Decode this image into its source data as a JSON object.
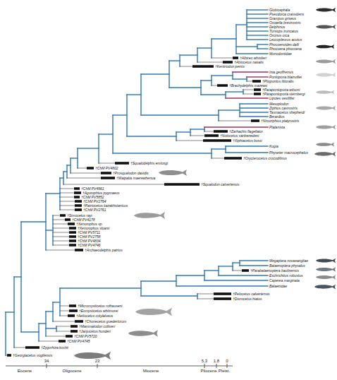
{
  "diagram": {
    "labels": [
      "Globicephala",
      "Pseudorca crassidens",
      "Grampus griseus",
      "Orcaella brevirostris",
      "Delphinus",
      "Tursiops truncatus",
      "Orcinus orca",
      "Leucopleurus acutus",
      "Phocoenoides dalli",
      "Phocoena phocoena",
      "Monodontidae",
      "†Albireo whistleri",
      "†Abiocetus nasalis",
      "†Kentriodon pernix",
      "Inia geoffrensis",
      "Pontoporia blainvillei",
      "†Pliopontos littoralis",
      "†Brachydelphis mazeasi",
      "†Parapontoporia wilsoni",
      "†Parapontoporia sternbergi",
      "Lipotes vexillifer",
      "Mesoplodon",
      "Ziphius cavirostris",
      "Tasmacetus shepherdi",
      "Berardius",
      "†Ninoziphius platyrostris",
      "Platanista",
      "†Zarhachis flagellator",
      "†Notocetus vanbenedeni",
      "†Xiphiacetus bossi",
      "Kogia",
      "Physeter macrocephalus",
      "†Orycterocetus crocodilinus",
      "†Squalodelphis emlongi",
      "†ChM PV4802",
      "†Prosqualodon davidis",
      "†Waipatia maerewhenua",
      "†Squalodon calvertensis",
      "†ChM PV4961",
      "†Agorophius pygmaeus",
      "†ChM PV5852",
      "†ChM PV2764",
      "†Patriocetus kazakhstanicus",
      "†ChM PV2761",
      "†Simocetus rayi",
      "†ChM PV4178",
      "†Xenorophus sp.",
      "†Xenorophus sloanii",
      "†ChM PV5711",
      "†ChM PV2758",
      "†ChM PV4834",
      "†ChM PV4746",
      "†Archaeodelphis patrius",
      "Megaptera novaeangliae",
      "Balaenoptera physalus",
      "†Parabalaenoptera baulinensis",
      "Eschrichtius robustus",
      "Caperea marginata",
      "Balaenidae",
      "†Pelocetus calvertensis",
      "†Diorocetus hiatus",
      "†Micromysticetus rothauseni",
      "†Eomysticetus whitmorei",
      "†Aetiocetus cotylalveus",
      "†Chonecetus goedertorum",
      "†Mammalodon colliveri",
      "†Janjucetus hunderi",
      "†ChM PV5720",
      "†ChM PV4745",
      "†Zygorhiza kochii",
      "†Georgiacetus vogtlensis",
      "34",
      "23",
      "5,3",
      "1,8",
      "0",
      "Eocene",
      "Oligocene",
      "Miocene",
      "Pliocene",
      "Pleist."
    ]
  }
}
